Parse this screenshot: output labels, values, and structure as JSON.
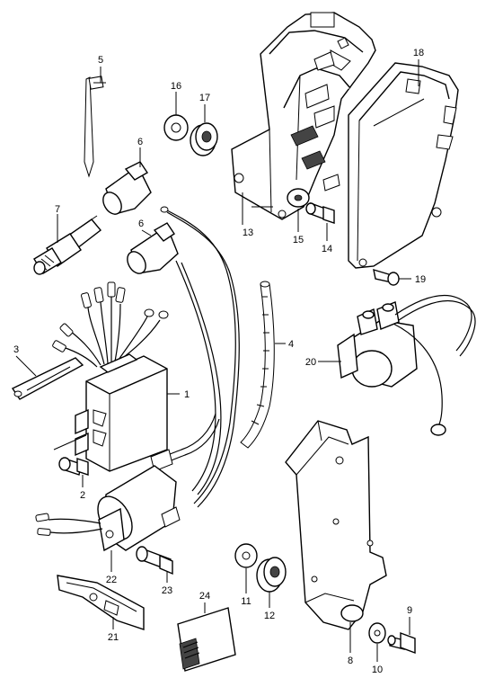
{
  "labels": [
    {
      "id": "1",
      "text": "1"
    },
    {
      "id": "2",
      "text": "2"
    },
    {
      "id": "3",
      "text": "3"
    },
    {
      "id": "4",
      "text": "4"
    },
    {
      "id": "5",
      "text": "5"
    },
    {
      "id": "6a",
      "text": "6"
    },
    {
      "id": "6b",
      "text": "6"
    },
    {
      "id": "7",
      "text": "7"
    },
    {
      "id": "8",
      "text": "8"
    },
    {
      "id": "9",
      "text": "9"
    },
    {
      "id": "10",
      "text": "10"
    },
    {
      "id": "11",
      "text": "11"
    },
    {
      "id": "12",
      "text": "12"
    },
    {
      "id": "13",
      "text": "13"
    },
    {
      "id": "14",
      "text": "14"
    },
    {
      "id": "15",
      "text": "15"
    },
    {
      "id": "16",
      "text": "16"
    },
    {
      "id": "17",
      "text": "17"
    },
    {
      "id": "18",
      "text": "18"
    },
    {
      "id": "19",
      "text": "19"
    },
    {
      "id": "20",
      "text": "20"
    },
    {
      "id": "21",
      "text": "21"
    },
    {
      "id": "22",
      "text": "22"
    },
    {
      "id": "23",
      "text": "23"
    },
    {
      "id": "24",
      "text": "24"
    }
  ]
}
